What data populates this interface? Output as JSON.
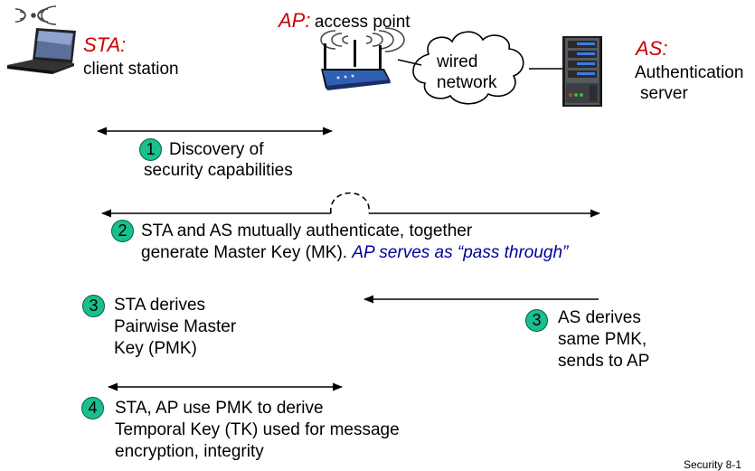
{
  "sta": {
    "label": "STA:",
    "desc": "client station"
  },
  "ap": {
    "label": "AP:",
    "desc": "access point"
  },
  "cloud": {
    "line1": "wired",
    "line2": "network"
  },
  "as": {
    "label": "AS:",
    "line1": "Authentication",
    "line2": "server"
  },
  "steps": [
    {
      "num": "1",
      "lines": [
        "Discovery of",
        "security capabilities"
      ]
    },
    {
      "num": "2",
      "lines": [
        "STA and AS mutually authenticate, together",
        "generate Master Key (MK). "
      ],
      "emph": "AP serves as “pass through”"
    },
    {
      "num": "3",
      "lines": [
        "STA derives",
        "Pairwise Master",
        "Key (PMK)"
      ]
    },
    {
      "num": "3",
      "lines": [
        "AS derives",
        "same PMK,",
        "sends to AP"
      ]
    },
    {
      "num": "4",
      "lines": [
        "STA, AP use PMK to derive",
        "Temporal Key (TK) used for message",
        "encryption, integrity"
      ]
    }
  ],
  "footer": "Security 8-1",
  "colors": {
    "label_red": "#cc0000",
    "emph_blue": "#000099",
    "badge_green": "#17c08e"
  },
  "icons": [
    "laptop-icon",
    "wireless-signal-icon",
    "wireless-router-icon",
    "cloud-icon",
    "server-icon"
  ]
}
